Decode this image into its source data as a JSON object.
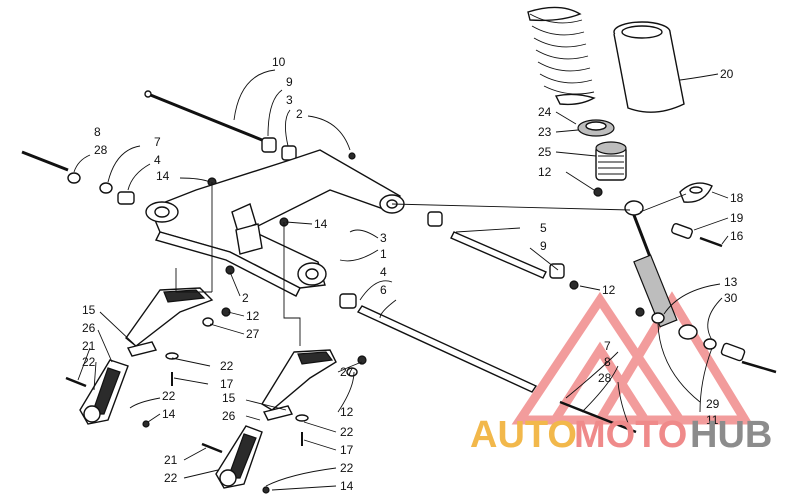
{
  "watermark": {
    "part1": "AUTO",
    "part2": "MOTO",
    "part3": "HUB"
  },
  "labels": [
    "10",
    "9",
    "3",
    "2",
    "8",
    "28",
    "7",
    "4",
    "14",
    "14",
    "3",
    "1",
    "2",
    "12",
    "27",
    "4",
    "6",
    "15",
    "26",
    "21",
    "22",
    "22",
    "17",
    "22",
    "14",
    "5",
    "9",
    "12",
    "27",
    "12",
    "15",
    "26",
    "22",
    "17",
    "21",
    "22",
    "22",
    "14",
    "20",
    "24",
    "23",
    "25",
    "12",
    "18",
    "19",
    "16",
    "13",
    "30",
    "7",
    "8",
    "28",
    "29",
    "11"
  ],
  "colors": {
    "watermark_triangle": "#e84c4c",
    "watermark_auto": "#f2b84b",
    "watermark_moto": "#ef8a8a",
    "watermark_hub": "#8c8c8c"
  }
}
